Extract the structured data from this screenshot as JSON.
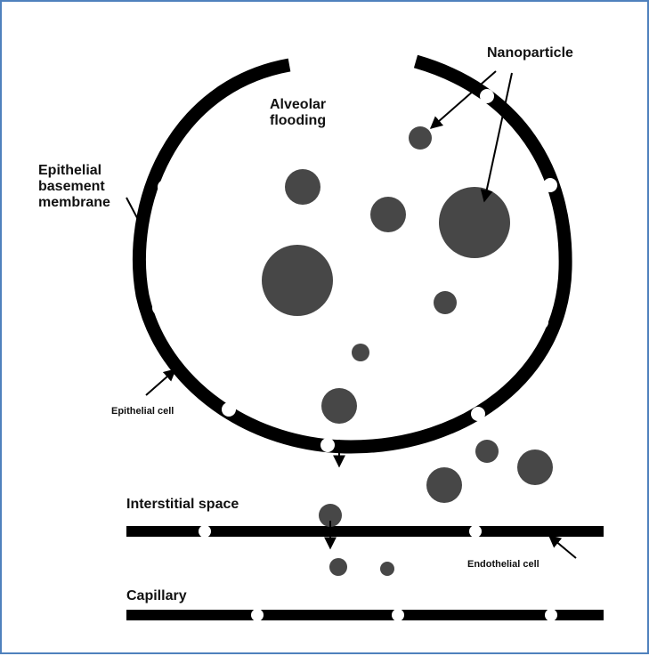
{
  "labels": {
    "nanoparticle": "Nanoparticle",
    "alveolar_line1": "Alveolar",
    "alveolar_line2": "flooding",
    "ebm_line1": "Epithelial",
    "ebm_line2": "basement",
    "ebm_line3": "membrane",
    "epithelial_cell": "Epithelial cell",
    "interstitial_space": "Interstitial space",
    "endothelial_cell": "Endothelial cell",
    "capillary": "Capillary"
  },
  "colors": {
    "particle": "#474747",
    "membrane": "#000000",
    "frame": "#4f81bd"
  }
}
